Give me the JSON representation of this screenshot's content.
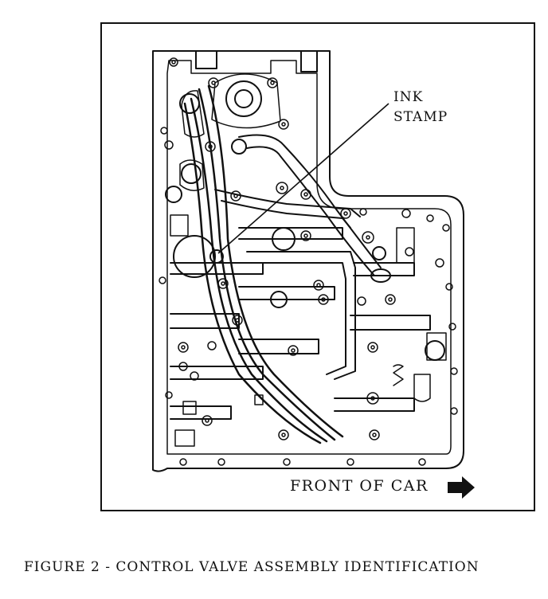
{
  "figure": {
    "callout_line1": "INK",
    "callout_line2": "STAMP",
    "direction_label": "FRONT OF CAR",
    "direction_icon": "right-arrow-icon",
    "caption": "FIGURE 2 - CONTROL VALVE ASSEMBLY IDENTIFICATION"
  }
}
